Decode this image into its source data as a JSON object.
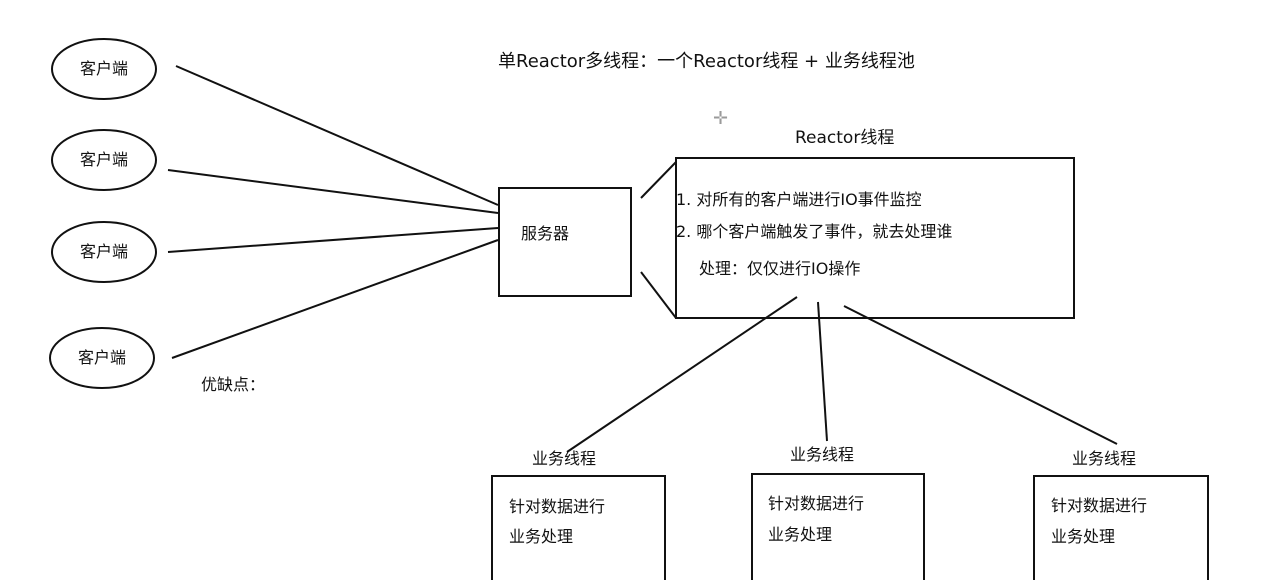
{
  "title": "单Reactor多线程：一个Reactor线程 + 业务线程池",
  "clients": [
    "客户端",
    "客户端",
    "客户端",
    "客户端"
  ],
  "server_label": "服务器",
  "reactor": {
    "label": "Reactor线程",
    "line1": "1. 对所有的客户端进行IO事件监控",
    "line2": "2. 哪个客户端触发了事件，就去处理谁",
    "line3": "处理：仅仅进行IO操作"
  },
  "pros_cons": "优缺点：",
  "workers": [
    {
      "label": "业务线程",
      "line1": "针对数据进行",
      "line2": "业务处理"
    },
    {
      "label": "业务线程",
      "line1": "针对数据进行",
      "line2": "业务处理"
    },
    {
      "label": "业务线程",
      "line1": "针对数据进行",
      "line2": "业务处理"
    }
  ],
  "colors": {
    "stroke": "#111111",
    "cursor": "#9a9a9a"
  },
  "icons": {
    "cursor": "crosshair-cursor-icon"
  }
}
